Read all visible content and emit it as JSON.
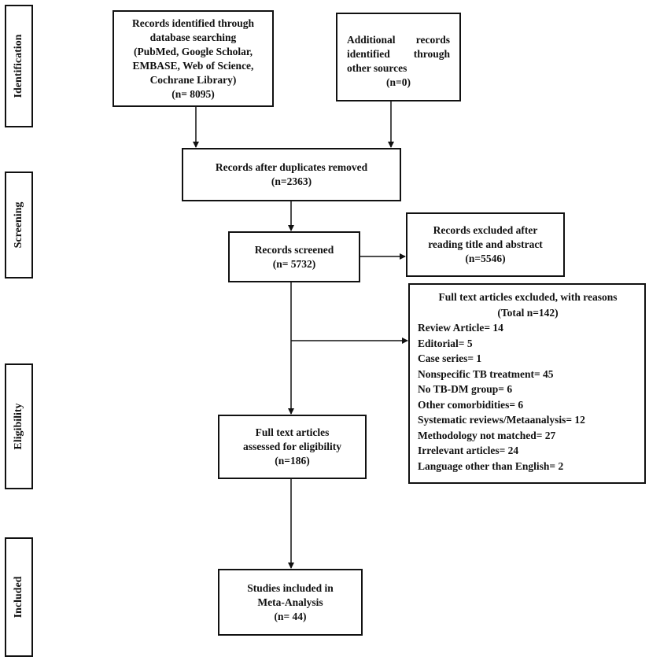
{
  "stages": {
    "identification": "Identification",
    "screening": "Screening",
    "eligibility": "Eligibility",
    "included": "Included"
  },
  "identified_db": {
    "lines": [
      "Records identified through",
      "database searching",
      "(PubMed, Google Scholar,",
      "EMBASE, Web of Science,",
      "Cochrane Library)",
      "(n= 8095)"
    ]
  },
  "identified_other": {
    "line1_a": "Additional",
    "line1_b": "records",
    "line2_a": "identified",
    "line2_b": "through",
    "line3": "other sources",
    "line4": "(n=0)"
  },
  "duplicates_removed": {
    "lines": [
      "Records after duplicates removed",
      "(n=2363)"
    ]
  },
  "screened": {
    "lines": [
      "Records screened",
      "(n= 5732)"
    ]
  },
  "excluded_title": {
    "lines": [
      "Records excluded after",
      "reading title and abstract",
      "(n=5546)"
    ]
  },
  "fulltext_excluded": {
    "title": "Full text articles excluded, with reasons",
    "total": "(Total n=142)",
    "reasons": [
      "Review Article= 14",
      "Editorial= 5",
      "Case series= 1",
      "Nonspecific TB treatment= 45",
      "No TB-DM group= 6",
      "Other comorbidities= 6",
      "Systematic reviews/Metaanalysis= 12",
      "Methodology not matched= 27",
      "Irrelevant articles= 24",
      "Language other than English= 2"
    ]
  },
  "eligibility_assessed": {
    "lines": [
      "Full text articles",
      "assessed for eligibility",
      "(n=186)"
    ]
  },
  "included_studies": {
    "lines": [
      "Studies included in",
      "Meta-Analysis",
      "(n= 44)"
    ]
  }
}
